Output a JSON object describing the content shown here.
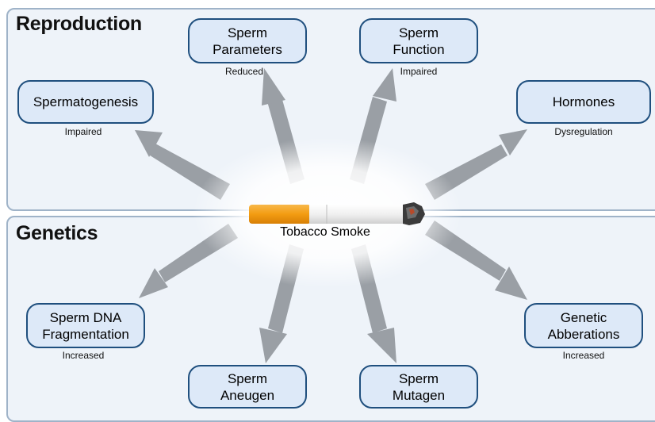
{
  "sections": {
    "reproduction": "Reproduction",
    "genetics": "Genetics"
  },
  "center": {
    "label": "Tobacco Smoke"
  },
  "nodes": {
    "spermatogenesis": {
      "title": "Spermatogenesis",
      "effect": "Impaired"
    },
    "sperm_parameters": {
      "title": "Sperm\nParameters",
      "effect": "Reduced"
    },
    "sperm_function": {
      "title": "Sperm\nFunction",
      "effect": "Impaired"
    },
    "hormones": {
      "title": "Hormones",
      "effect": "Dysregulation"
    },
    "sperm_dna_fragmentation": {
      "title": "Sperm DNA\nFragmentation",
      "effect": "Increased"
    },
    "sperm_aneugen": {
      "title": "Sperm\nAneugen"
    },
    "sperm_mutagen": {
      "title": "Sperm\nMutagen"
    },
    "genetic_abberations": {
      "title": "Genetic\nAbberations",
      "effect": "Increased"
    }
  },
  "colors": {
    "panel_bg": "#eef3f9",
    "box_fill": "#dde9f8",
    "box_border": "#1f4f7e",
    "arrow": "#9a9fa5",
    "filter": "#f39c12"
  }
}
